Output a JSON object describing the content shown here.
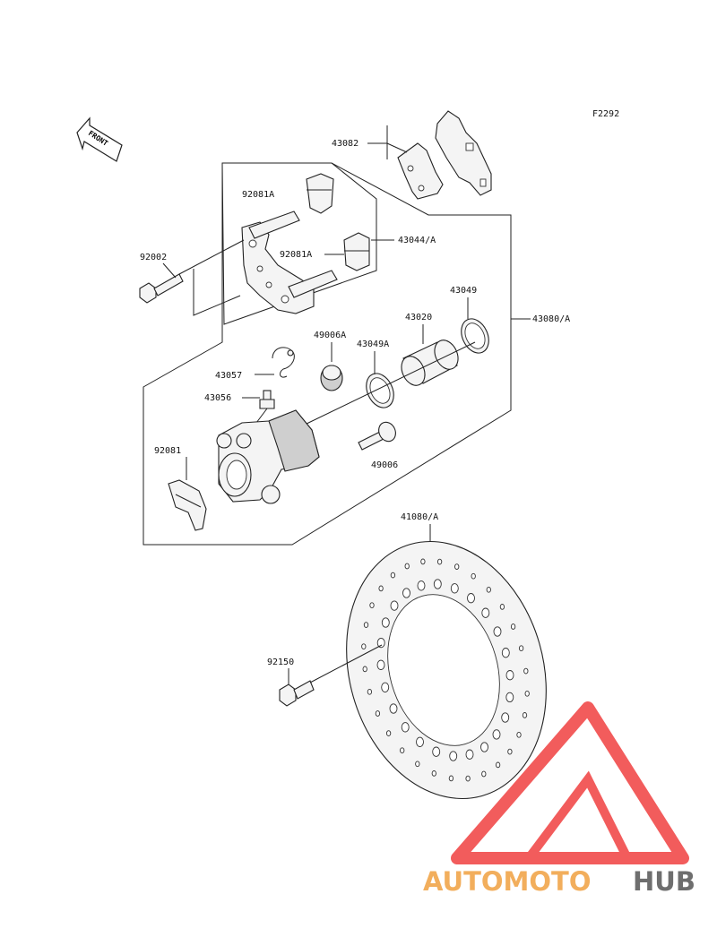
{
  "figure_code": "F2292",
  "front_arrow_text": "FRONT",
  "labels": {
    "p43082": "43082",
    "p92081A_top": "92081A",
    "p92081A_mid": "92081A",
    "p43044A": "43044/A",
    "p92002": "92002",
    "p43049": "43049",
    "p43020": "43020",
    "p43080A": "43080/A",
    "p49006A": "49006A",
    "p43049A": "43049A",
    "p43057": "43057",
    "p43056": "43056",
    "p92081": "92081",
    "p49006": "49006",
    "p41080A": "41080/A",
    "p92150": "92150"
  },
  "watermark": {
    "part1": "AUTOMOTO",
    "part2": "HUB",
    "color_primary": "#f0a040",
    "color_secondary": "#f04040",
    "color_dark": "#555555"
  },
  "colors": {
    "line": "#222222",
    "background": "#ffffff"
  }
}
